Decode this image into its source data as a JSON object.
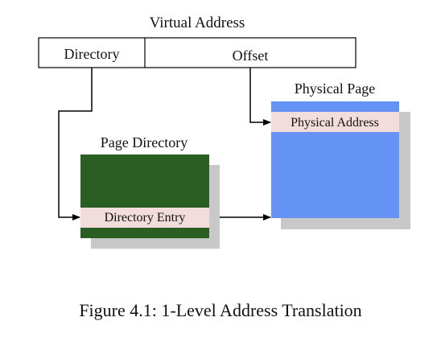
{
  "virtual_address": {
    "title": "Virtual Address",
    "fields": [
      "Directory",
      "Offset"
    ]
  },
  "page_directory": {
    "title": "Page Directory",
    "entry_label": "Directory Entry"
  },
  "physical_page": {
    "title": "Physical Page",
    "entry_label": "Physical Address"
  },
  "caption": "Figure 4.1: 1-Level Address Translation",
  "colors": {
    "page_directory_fill": "#2b5e22",
    "physical_page_fill": "#6592f5",
    "entry_fill": "#f2dcdc",
    "shadow": "#c8c8c8",
    "line": "#000000"
  }
}
